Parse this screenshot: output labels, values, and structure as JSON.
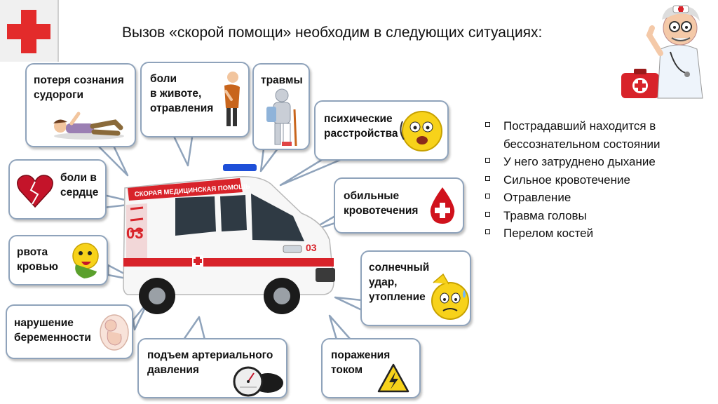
{
  "title": "Вызов «скорой помощи» необходим в следующих ситуациях:",
  "bubbles": {
    "unconscious": "потеря сознания\nсудороги",
    "stomach": "боли\nв животе,\nотравления",
    "trauma": "травмы",
    "mental": "психические\nрасстройства",
    "heart": "боли в\nсердце",
    "bleeding": "обильные\nкровотечения",
    "vomit": "рвота\nкровью",
    "sunstroke": "солнечный\nудар,\nутопление",
    "pregnancy": "нарушение\nбеременности",
    "pressure": "подъем артериального\nдавления",
    "electric": "поражения\nтоком"
  },
  "ambulance": {
    "banner": "СКОРАЯ МЕДИЦИНСКАЯ ПОМОЩЬ",
    "number": "03"
  },
  "bullets": [
    "Пострадавший находится в бессознательном состоянии",
    "У него затруднено дыхание",
    "Сильное кровотечение",
    "Отравление",
    "Травма головы",
    "Перелом костей"
  ],
  "colors": {
    "cross": "#e32b2b",
    "bubble_border": "#8fa3bb",
    "ambulance_red": "#d8232a"
  }
}
